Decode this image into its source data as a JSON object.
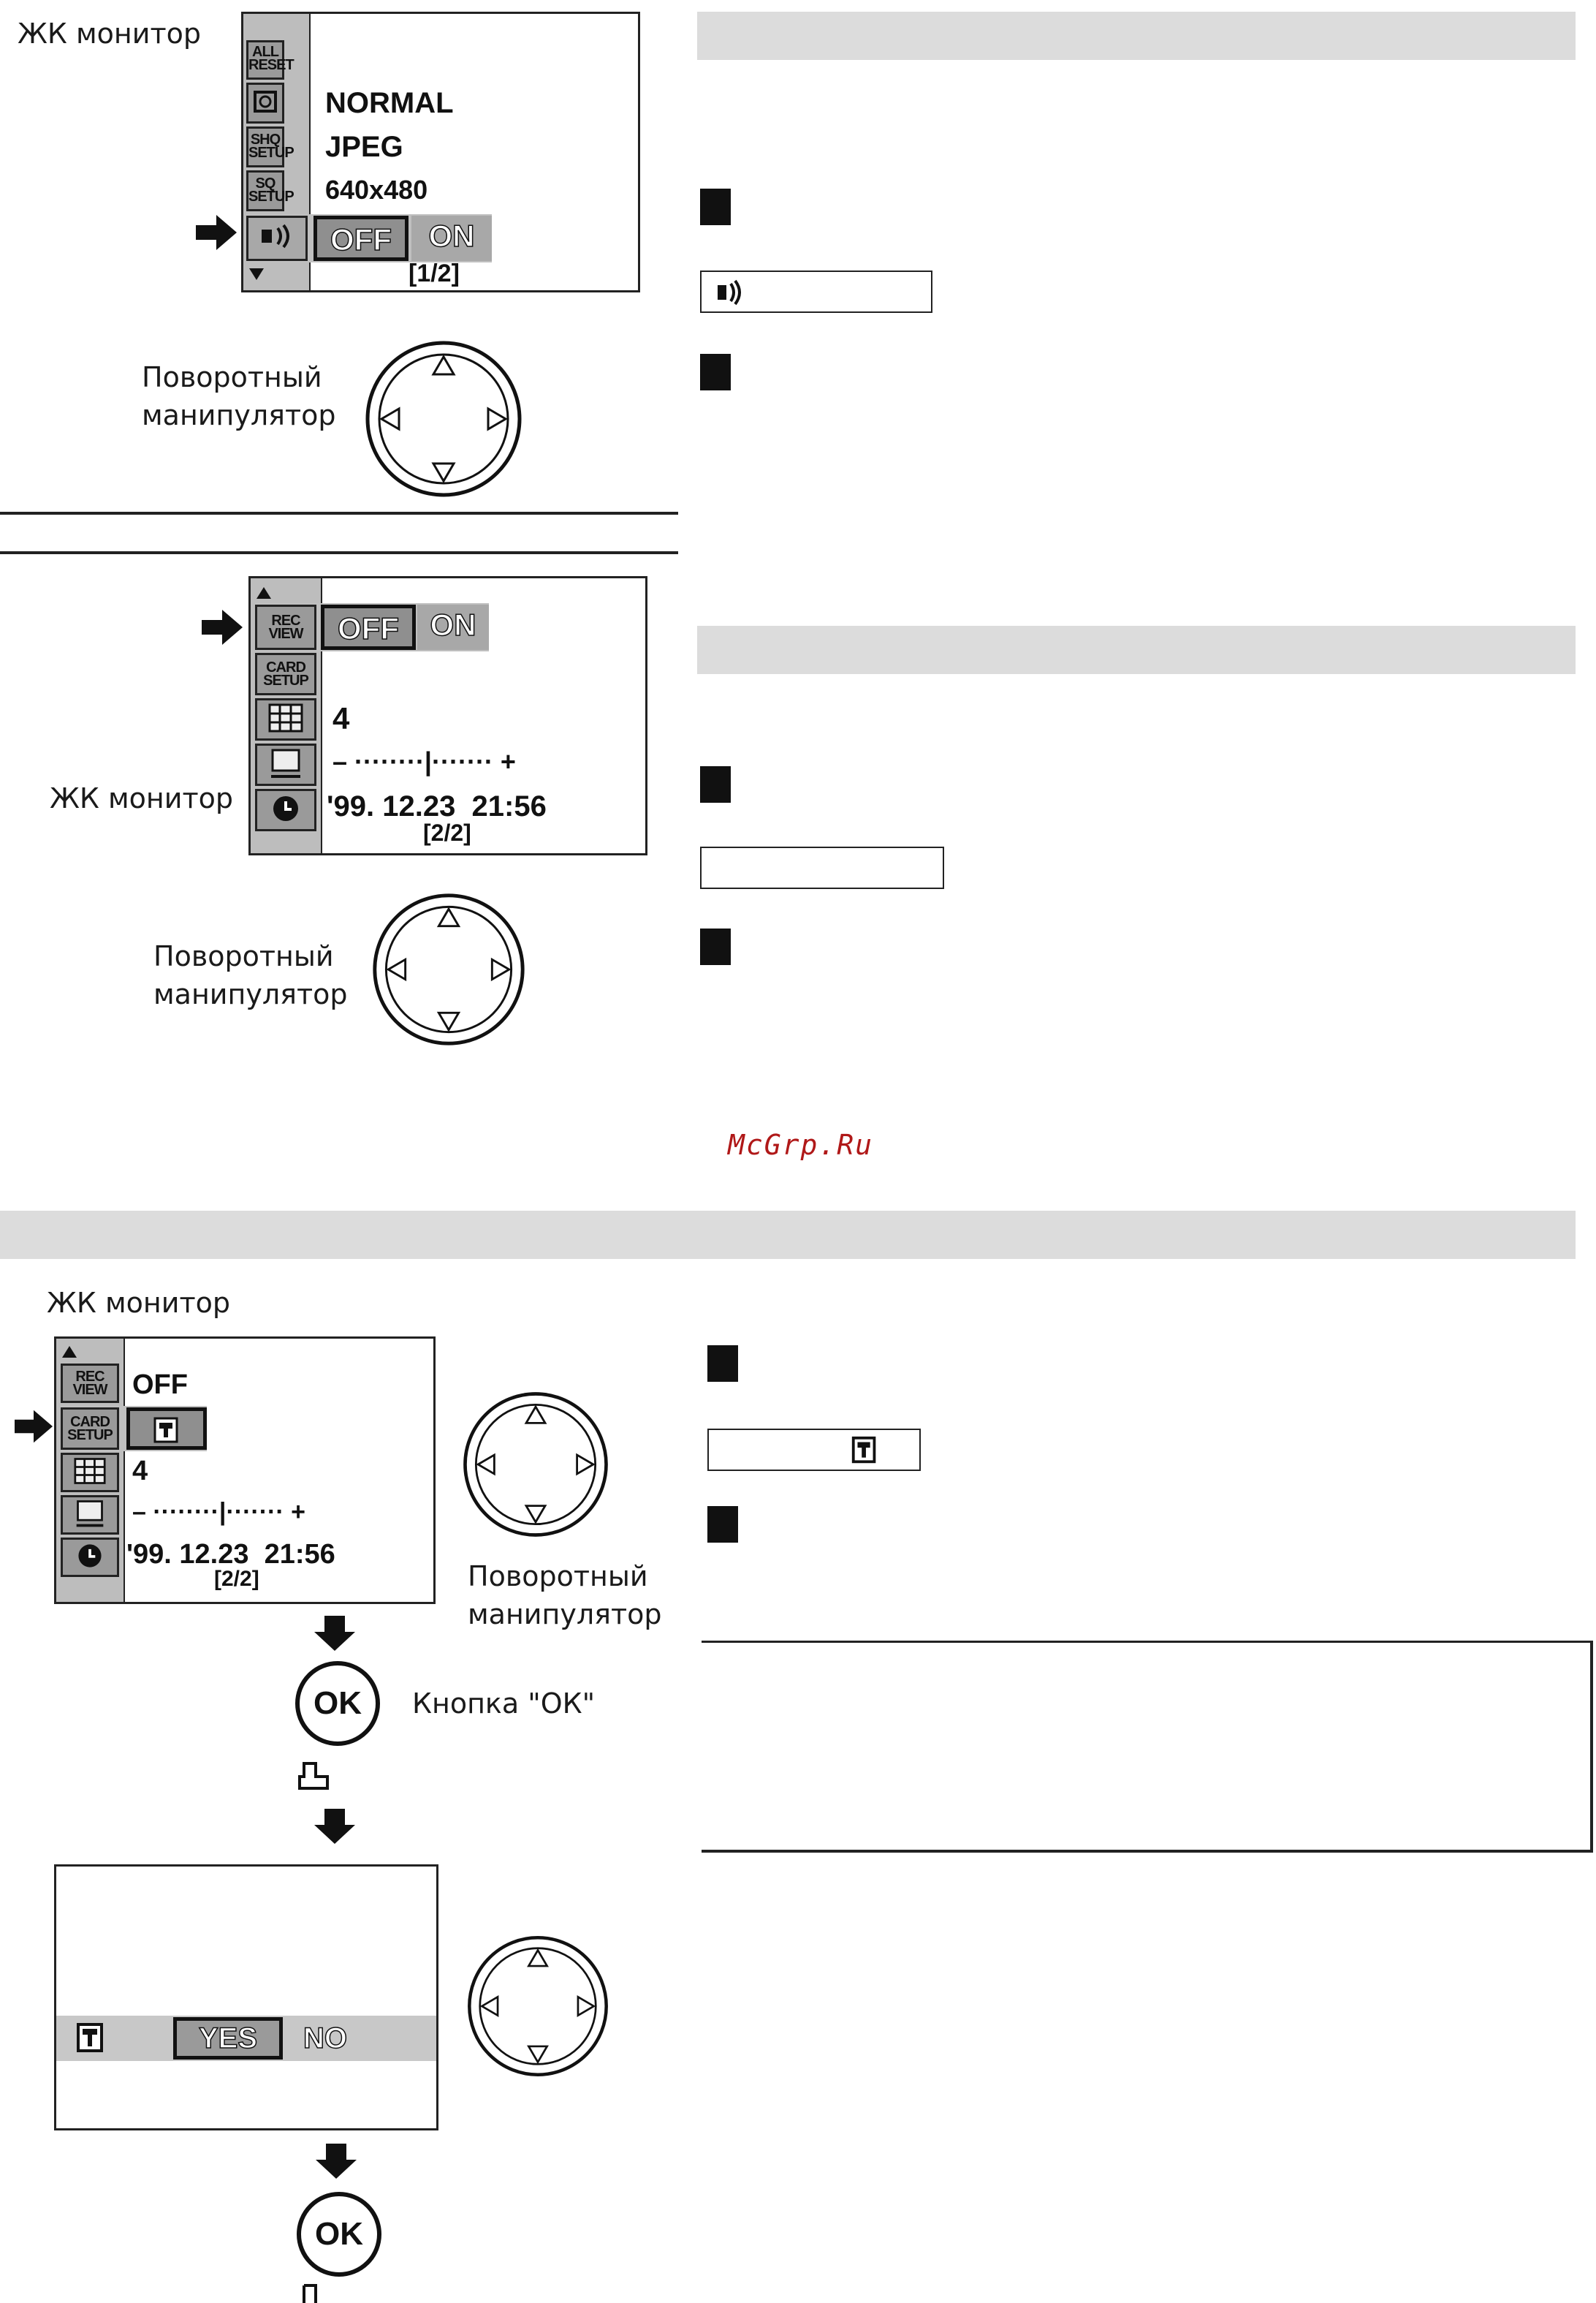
{
  "section1": {
    "lcd_label": "ЖК монитор",
    "lcd": {
      "icons": [
        "ALL RESET",
        "",
        "SHQ SETUP",
        "SQ SETUP",
        ""
      ],
      "values": [
        "NORMAL",
        "JPEG",
        "640x480"
      ],
      "options": [
        "OFF",
        "ON"
      ],
      "page": "[1/2]"
    },
    "dial_label": "Поворотный манипулятор"
  },
  "section2": {
    "lcd_label": "ЖК монитор",
    "lcd": {
      "icons": [
        "REC VIEW",
        "CARD SETUP",
        "",
        "",
        ""
      ],
      "options": [
        "OFF",
        "ON"
      ],
      "frames": "4",
      "brightness": "– ········|······· +",
      "datetime": "'99. 12.23  21:56",
      "page": "[2/2]"
    },
    "dial_label": "Поворотный манипулятор"
  },
  "watermark": "McGrp.Ru",
  "section3": {
    "lcd_label": "ЖК монитор",
    "lcd": {
      "icons": [
        "REC VIEW",
        "CARD SETUP",
        "",
        "",
        ""
      ],
      "rec_view_value": "OFF",
      "frames": "4",
      "brightness": "– ········|······· +",
      "datetime": "'99. 12.23  21:56",
      "page": "[2/2]"
    },
    "dial_label": "Поворотный манипулятор",
    "ok_label": "OK",
    "ok_button_label": "Кнопка \"ОК\"",
    "confirm": {
      "yes": "YES",
      "no": "NO"
    }
  },
  "colors": {
    "section_bar": "#dcdcdc",
    "watermark": "#b01818",
    "lcd_icon": "#9a9a9a",
    "highlight": "#c8c8c8"
  }
}
